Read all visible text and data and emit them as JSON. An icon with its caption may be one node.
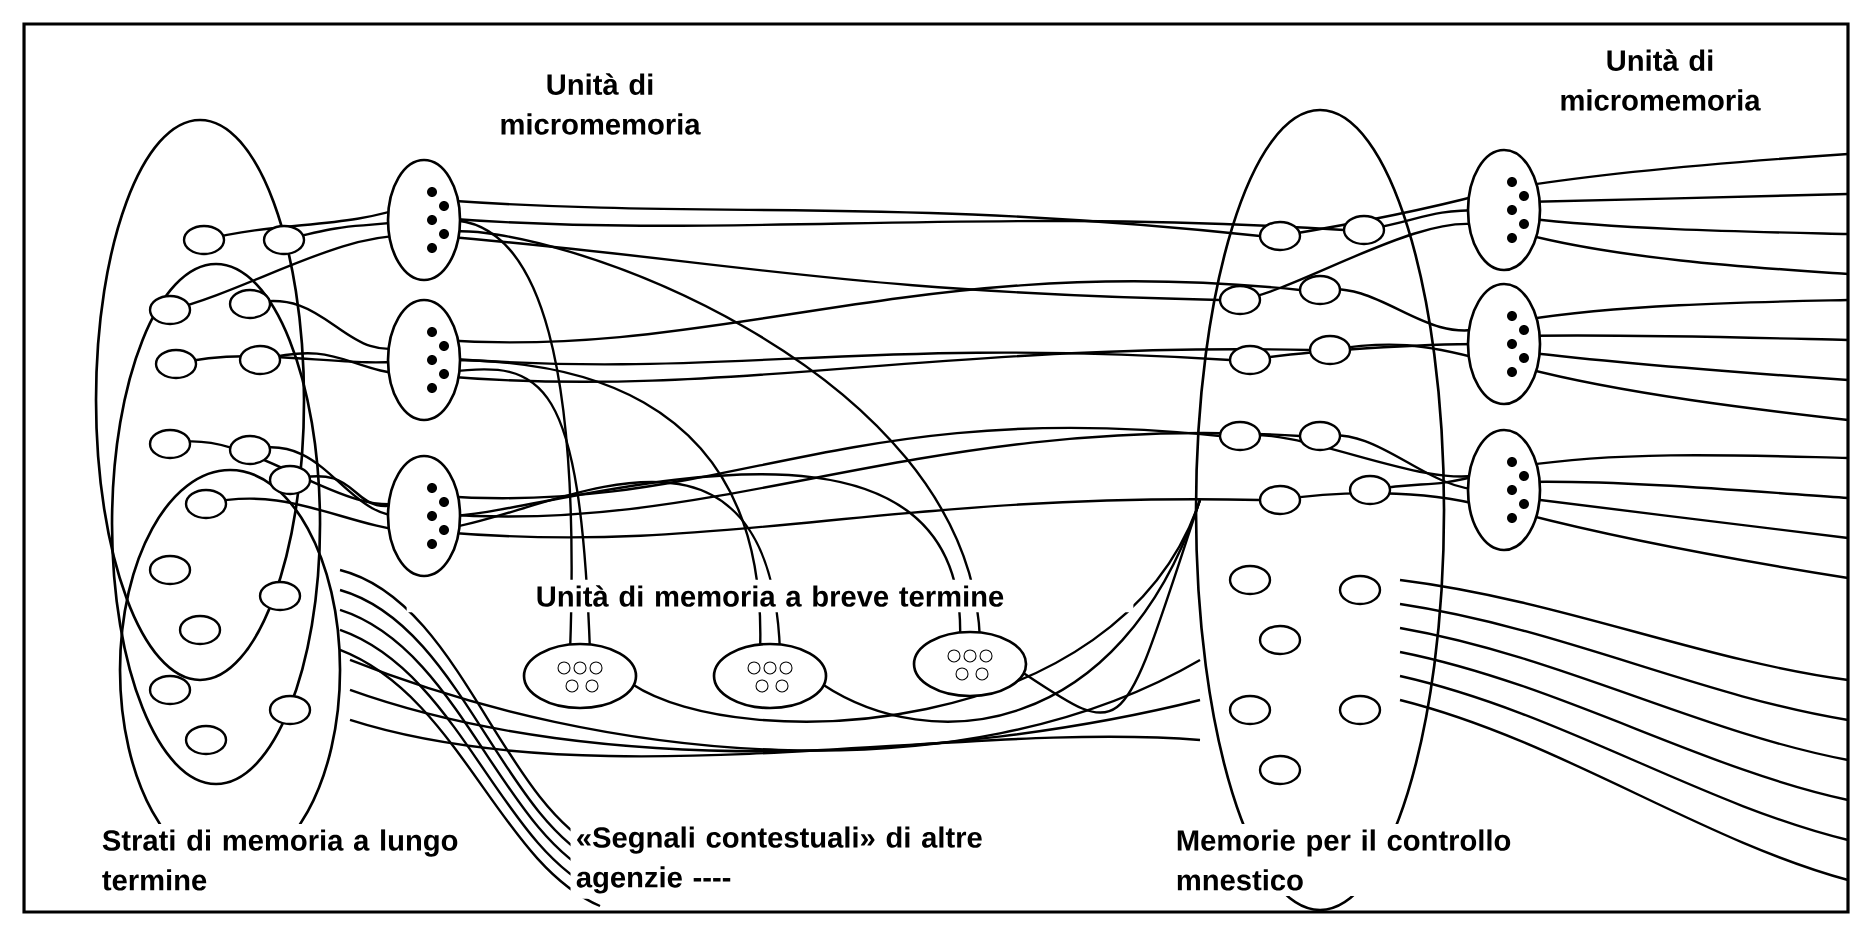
{
  "diagram": {
    "labels": [
      "Unità di micromemoria",
      "Unità di micromemoria",
      "Unità di memoria a breve termine",
      "Strati di memoria a lungo termine",
      "«Segnali contestuali» di altre agenzie ----",
      "Memorie per il controllo mnestico"
    ]
  }
}
